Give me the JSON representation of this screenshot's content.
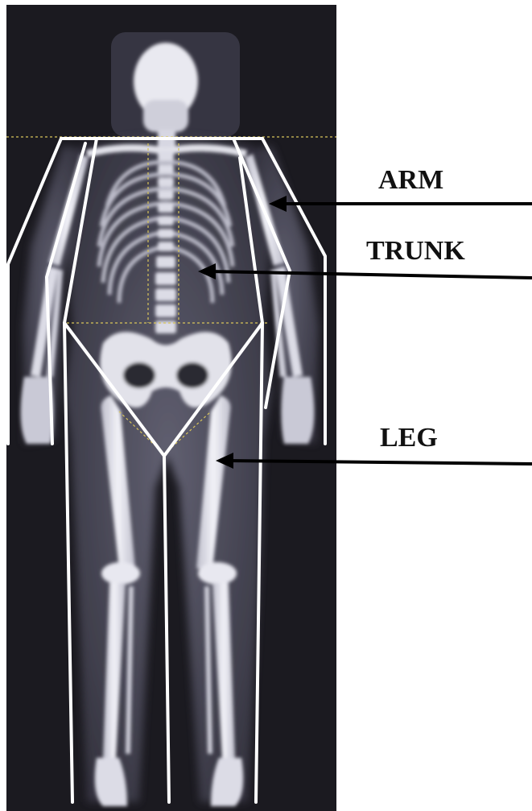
{
  "labels": {
    "arm": "ARM",
    "trunk": "TRUNK",
    "leg": "LEG"
  },
  "colors": {
    "background": "#ffffff",
    "scan_background": "#1b1a20",
    "bone": "#e6e6ee",
    "soft_tissue": "#5c5b6a",
    "region_lines": "#ffffff",
    "dotted_lines": "#d9c55a",
    "arrows": "#000000",
    "label_text": "#111111"
  }
}
